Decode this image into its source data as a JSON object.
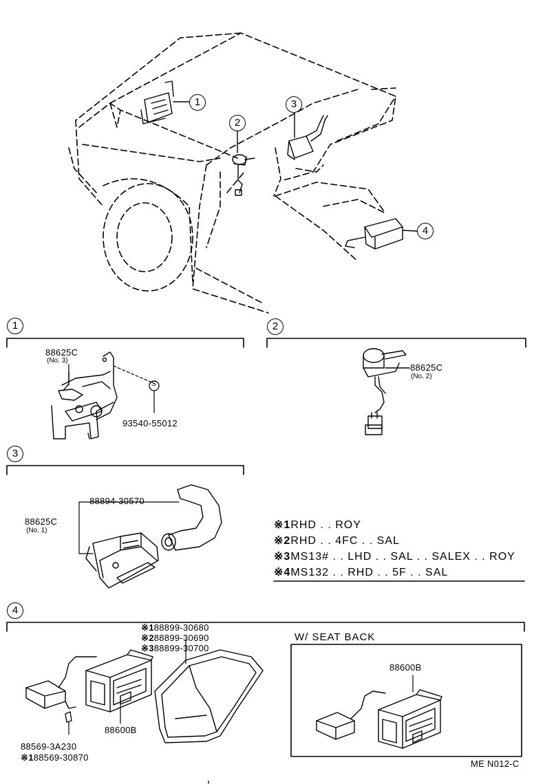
{
  "callouts": {
    "c1": "1",
    "c2": "2",
    "c3": "3",
    "c4": "4"
  },
  "section1": {
    "label": "1",
    "part_a": "88625C",
    "part_a_sub": "(No. 3)",
    "bolt": "93540-55012",
    "bolt_mark": "S"
  },
  "section2": {
    "label": "2",
    "part": "88625C",
    "part_sub": "(No. 2)"
  },
  "section3": {
    "label": "3",
    "hose": "88894-30570",
    "part": "88625C",
    "part_sub": "(No. 1)"
  },
  "notes": [
    {
      "mark": "※1",
      "text": "RHD . . ROY"
    },
    {
      "mark": "※2",
      "text": "RHD . . 4FC . . SAL"
    },
    {
      "mark": "※3",
      "text": "MS13# . . LHD . . SAL . . SALEX . . ROY"
    },
    {
      "mark": "※4",
      "text": "MS132 . . RHD . . 5F . . SAL"
    }
  ],
  "section4": {
    "label": "4",
    "covers": [
      {
        "mark": "※1",
        "part": "88899-30680"
      },
      {
        "mark": "※2",
        "part": "88899-30690"
      },
      {
        "mark": "※3",
        "part": "88899-30700"
      }
    ],
    "unit": "88600B",
    "sensor": "88569-3A230",
    "sensor_alt_mark": "※1",
    "sensor_alt": "88569-30870",
    "inset_title": "W/ SEAT  BACK",
    "inset_unit": "88600B"
  },
  "footer": {
    "code": "ME  N012-C"
  }
}
